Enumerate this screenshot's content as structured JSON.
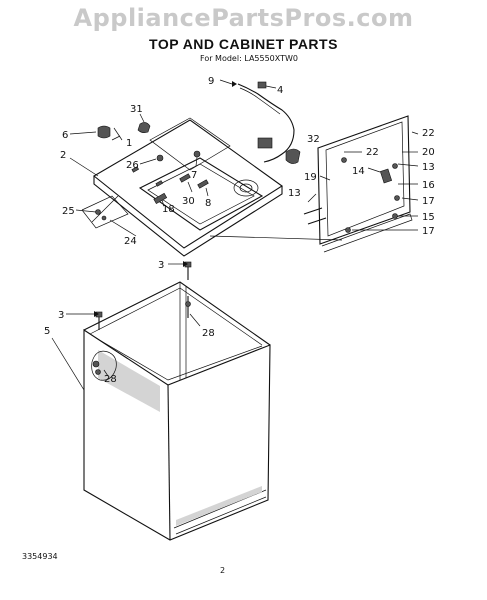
{
  "watermark": "AppliancePartsPros.com",
  "title": "TOP AND CABINET PARTS",
  "model_line": "For Model: LA5550XTW0",
  "footer_code": "3354934",
  "page_number": "2",
  "callouts": {
    "c9": "9",
    "c4": "4",
    "c31": "31",
    "c32": "32",
    "c6": "6",
    "c1": "1",
    "c2": "2",
    "c26": "26",
    "c7": "7",
    "c22a": "22",
    "c22b": "22",
    "c20": "20",
    "c13a": "13",
    "c14": "14",
    "c19": "19",
    "c16": "16",
    "c13b": "13",
    "c17a": "17",
    "c15": "15",
    "c17b": "17",
    "c25": "25",
    "c30": "30",
    "c18": "18",
    "c8": "8",
    "c24": "24",
    "c3a": "3",
    "c28a": "28",
    "c3b": "3",
    "c5": "5",
    "c28b": "28"
  }
}
